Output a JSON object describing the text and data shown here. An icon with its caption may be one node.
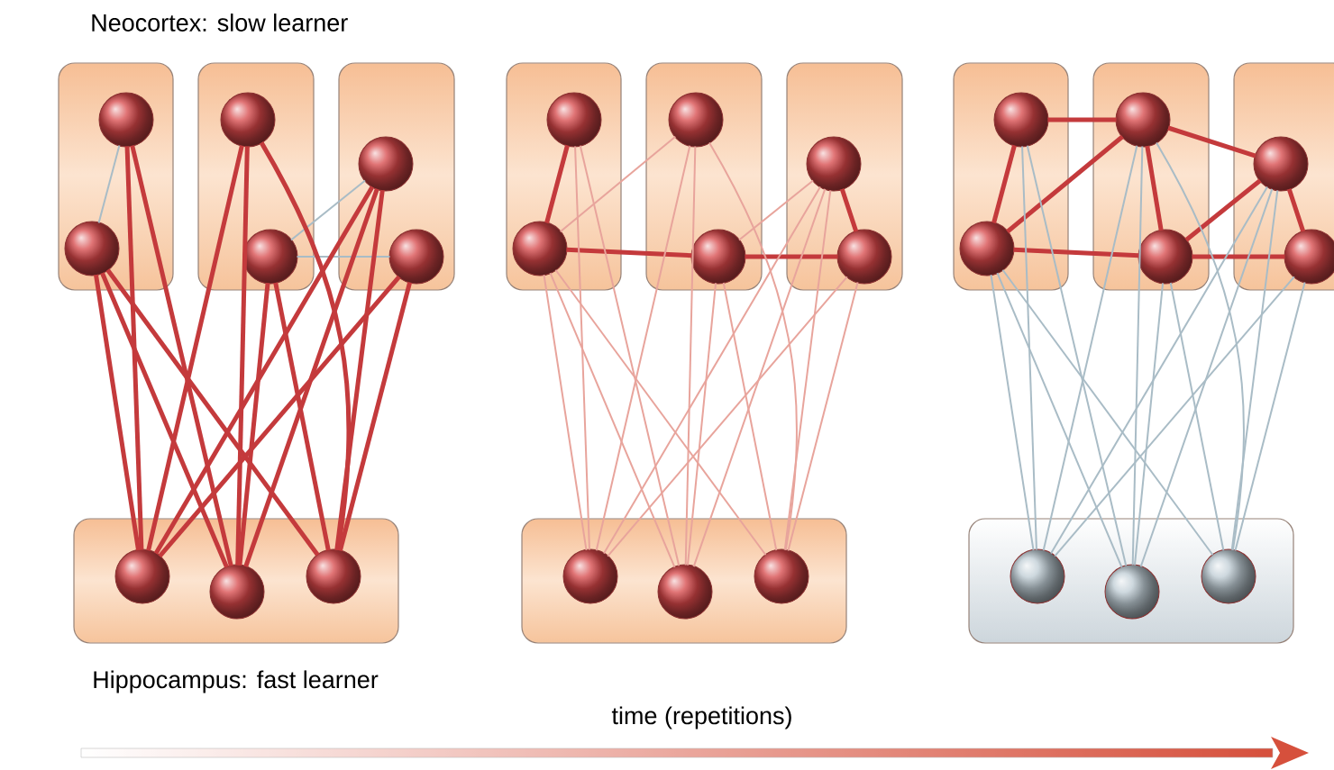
{
  "diagram": {
    "nodes": [
      {
        "text": [],
        "shape": "box"
      },
      {
        "text": [],
        "shape": "circle",
        "in": 0
      },
      {
        "text": [],
        "shape": "circle",
        "in": 0
      },
      {
        "text": [],
        "shape": "box"
      },
      {
        "text": [],
        "shape": "circle",
        "in": 3
      },
      {
        "text": [],
        "shape": "circle",
        "in": 3
      },
      {
        "text": [],
        "shape": "box"
      },
      {
        "text": [],
        "shape": "circle",
        "in": 6
      },
      {
        "text": [],
        "shape": "circle",
        "in": 6
      },
      {
        "text": [],
        "shape": "box"
      },
      {
        "text": [],
        "shape": "circle",
        "in": 9
      },
      {
        "text": [],
        "shape": "circle",
        "in": 9
      },
      {
        "text": [],
        "shape": "circle",
        "in": 9
      },
      {
        "text": [],
        "shape": "box"
      },
      {
        "text": [],
        "shape": "circle",
        "in": 13
      },
      {
        "text": [],
        "shape": "circle",
        "in": 13
      },
      {
        "text": [],
        "shape": "box"
      },
      {
        "text": [],
        "shape": "circle",
        "in": 16
      },
      {
        "text": [],
        "shape": "circle",
        "in": 16
      },
      {
        "text": [],
        "shape": "box"
      },
      {
        "text": [],
        "shape": "circle",
        "in": 19
      },
      {
        "text": [],
        "shape": "circle",
        "in": 19
      },
      {
        "text": [],
        "shape": "box"
      },
      {
        "text": [],
        "shape": "circle",
        "in": 22
      },
      {
        "text": [],
        "shape": "circle",
        "in": 22
      },
      {
        "text": [],
        "shape": "circle",
        "in": 22
      },
      {
        "text": [],
        "shape": "box"
      },
      {
        "text": [],
        "shape": "circle",
        "in": 26
      },
      {
        "text": [],
        "shape": "circle",
        "in": 26
      },
      {
        "text": [],
        "shape": "box"
      },
      {
        "text": [],
        "shape": "circle",
        "in": 29
      },
      {
        "text": [],
        "shape": "circle",
        "in": 29
      },
      {
        "text": [],
        "shape": "box"
      },
      {
        "text": [],
        "shape": "circle",
        "in": 32
      },
      {
        "text": [],
        "shape": "circle",
        "in": 32
      },
      {
        "text": [],
        "shape": "box"
      },
      {
        "text": [],
        "shape": "circle",
        "in": 35
      },
      {
        "text": [],
        "shape": "circle",
        "in": 35
      },
      {
        "text": [],
        "shape": "circle",
        "in": 35
      }
    ],
    "edges": [
      {
        "from": 1,
        "to": 2,
        "arrow": "none",
        "color": "#a9bcc6"
      },
      {
        "from": 5,
        "to": 7,
        "arrow": "none",
        "color": "#a9bcc6"
      },
      {
        "from": 5,
        "to": 8,
        "arrow": "none",
        "color": "#a9bcc6"
      },
      {
        "from": 1,
        "to": 10,
        "arrow": "none",
        "style": "thick"
      },
      {
        "from": 1,
        "to": 11,
        "arrow": "none",
        "style": "thick"
      },
      {
        "from": 2,
        "to": 10,
        "arrow": "none",
        "style": "thick"
      },
      {
        "from": 2,
        "to": 11,
        "arrow": "none",
        "style": "thick"
      },
      {
        "from": 2,
        "to": 12,
        "arrow": "none",
        "style": "thick"
      },
      {
        "from": 4,
        "to": 10,
        "arrow": "none",
        "style": "thick"
      },
      {
        "from": 4,
        "to": 11,
        "arrow": "none",
        "style": "thick"
      },
      {
        "from": 4,
        "to": 12,
        "arrow": "none",
        "style": "thick"
      },
      {
        "from": 5,
        "to": 11,
        "arrow": "none",
        "style": "thick"
      },
      {
        "from": 5,
        "to": 12,
        "arrow": "none",
        "style": "thick"
      },
      {
        "from": 7,
        "to": 10,
        "arrow": "none",
        "style": "thick"
      },
      {
        "from": 7,
        "to": 11,
        "arrow": "none",
        "style": "thick"
      },
      {
        "from": 7,
        "to": 12,
        "arrow": "none",
        "style": "thick"
      },
      {
        "from": 8,
        "to": 10,
        "arrow": "none",
        "style": "thick"
      },
      {
        "from": 8,
        "to": 12,
        "arrow": "none",
        "style": "thick"
      },
      {
        "from": 14,
        "to": 15,
        "arrow": "none",
        "style": "thick"
      },
      {
        "from": 15,
        "to": 18,
        "arrow": "none",
        "style": "thick"
      },
      {
        "from": 18,
        "to": 21,
        "arrow": "none",
        "style": "thick"
      },
      {
        "from": 20,
        "to": 21,
        "arrow": "none",
        "style": "thick"
      },
      {
        "from": 15,
        "to": 17,
        "arrow": "none",
        "color": "#e8a49c"
      },
      {
        "from": 18,
        "to": 20,
        "arrow": "none",
        "color": "#e8a49c"
      },
      {
        "from": 14,
        "to": 23,
        "arrow": "none",
        "color": "#e8a49c"
      },
      {
        "from": 14,
        "to": 24,
        "arrow": "none",
        "color": "#e8a49c"
      },
      {
        "from": 15,
        "to": 23,
        "arrow": "none",
        "color": "#e8a49c"
      },
      {
        "from": 15,
        "to": 24,
        "arrow": "none",
        "color": "#e8a49c"
      },
      {
        "from": 15,
        "to": 25,
        "arrow": "none",
        "color": "#e8a49c"
      },
      {
        "from": 17,
        "to": 23,
        "arrow": "none",
        "color": "#e8a49c"
      },
      {
        "from": 17,
        "to": 24,
        "arrow": "none",
        "color": "#e8a49c"
      },
      {
        "from": 17,
        "to": 25,
        "arrow": "none",
        "color": "#e8a49c"
      },
      {
        "from": 18,
        "to": 24,
        "arrow": "none",
        "color": "#e8a49c"
      },
      {
        "from": 18,
        "to": 25,
        "arrow": "none",
        "color": "#e8a49c"
      },
      {
        "from": 20,
        "to": 23,
        "arrow": "none",
        "color": "#e8a49c"
      },
      {
        "from": 20,
        "to": 24,
        "arrow": "none",
        "color": "#e8a49c"
      },
      {
        "from": 20,
        "to": 25,
        "arrow": "none",
        "color": "#e8a49c"
      },
      {
        "from": 21,
        "to": 23,
        "arrow": "none",
        "color": "#e8a49c"
      },
      {
        "from": 21,
        "to": 25,
        "arrow": "none",
        "color": "#e8a49c"
      },
      {
        "from": 27,
        "to": 30,
        "arrow": "none",
        "style": "thick"
      },
      {
        "from": 27,
        "to": 28,
        "arrow": "none",
        "style": "thick"
      },
      {
        "from": 28,
        "to": 30,
        "arrow": "none",
        "style": "thick"
      },
      {
        "from": 30,
        "to": 33,
        "arrow": "none",
        "style": "thick"
      },
      {
        "from": 30,
        "to": 31,
        "arrow": "none",
        "style": "thick"
      },
      {
        "from": 28,
        "to": 31,
        "arrow": "none",
        "style": "thick"
      },
      {
        "from": 31,
        "to": 33,
        "arrow": "none",
        "style": "thick"
      },
      {
        "from": 31,
        "to": 34,
        "arrow": "none",
        "style": "thick"
      },
      {
        "from": 33,
        "to": 34,
        "arrow": "none",
        "style": "thick"
      },
      {
        "from": 27,
        "to": 36,
        "arrow": "none",
        "color": "#a9bcc6"
      },
      {
        "from": 27,
        "to": 37,
        "arrow": "none",
        "color": "#a9bcc6"
      },
      {
        "from": 28,
        "to": 36,
        "arrow": "none",
        "color": "#a9bcc6"
      },
      {
        "from": 28,
        "to": 37,
        "arrow": "none",
        "color": "#a9bcc6"
      },
      {
        "from": 28,
        "to": 38,
        "arrow": "none",
        "color": "#a9bcc6"
      },
      {
        "from": 30,
        "to": 36,
        "arrow": "none",
        "color": "#a9bcc6"
      },
      {
        "from": 30,
        "to": 37,
        "arrow": "none",
        "color": "#a9bcc6"
      },
      {
        "from": 30,
        "to": 38,
        "arrow": "none",
        "color": "#a9bcc6"
      },
      {
        "from": 31,
        "to": 37,
        "arrow": "none",
        "color": "#a9bcc6"
      },
      {
        "from": 31,
        "to": 38,
        "arrow": "none",
        "color": "#a9bcc6"
      },
      {
        "from": 33,
        "to": 36,
        "arrow": "none",
        "color": "#a9bcc6"
      },
      {
        "from": 33,
        "to": 37,
        "arrow": "none",
        "color": "#a9bcc6"
      },
      {
        "from": 33,
        "to": 38,
        "arrow": "none",
        "color": "#a9bcc6"
      },
      {
        "from": 34,
        "to": 36,
        "arrow": "none",
        "color": "#a9bcc6"
      },
      {
        "from": 34,
        "to": 38,
        "arrow": "none",
        "color": "#a9bcc6"
      }
    ],
    "labels": [
      "Neocortex: slow learner",
      "Hippocampus: fast learner",
      "time (repetitions)"
    ]
  }
}
